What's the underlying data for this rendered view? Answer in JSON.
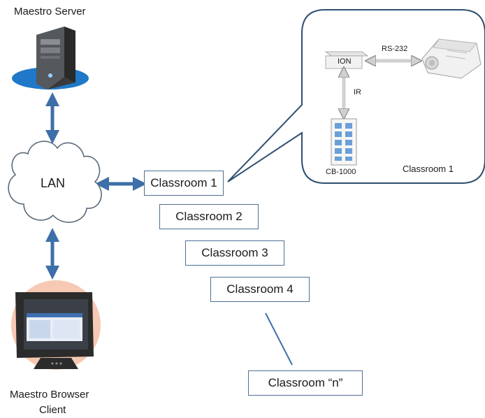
{
  "server": {
    "label": "Maestro Server",
    "icon": "server-tower-icon"
  },
  "network": {
    "label": "LAN",
    "icon": "cloud-icon"
  },
  "client": {
    "label_line1": "Maestro Browser",
    "label_line2": "Client",
    "icon": "monitor-icon"
  },
  "classrooms": [
    "Classroom 1",
    "Classroom 2",
    "Classroom 3",
    "Classroom 4",
    "Classroom “n”"
  ],
  "detail": {
    "title": "Classroom 1",
    "ion_label": "ION",
    "rs232_label": "RS-232",
    "ir_label": "IR",
    "cb_label": "CB-1000",
    "projector_icon": "projector-icon"
  },
  "colors": {
    "arrow": "#3d6fa8",
    "box_border": "#4f6f93",
    "callout_border": "#2f4f6f",
    "cloud_border": "#5a6a7a",
    "monitor_bg": "#f5c9b3",
    "server_base": "#1f78c8"
  }
}
